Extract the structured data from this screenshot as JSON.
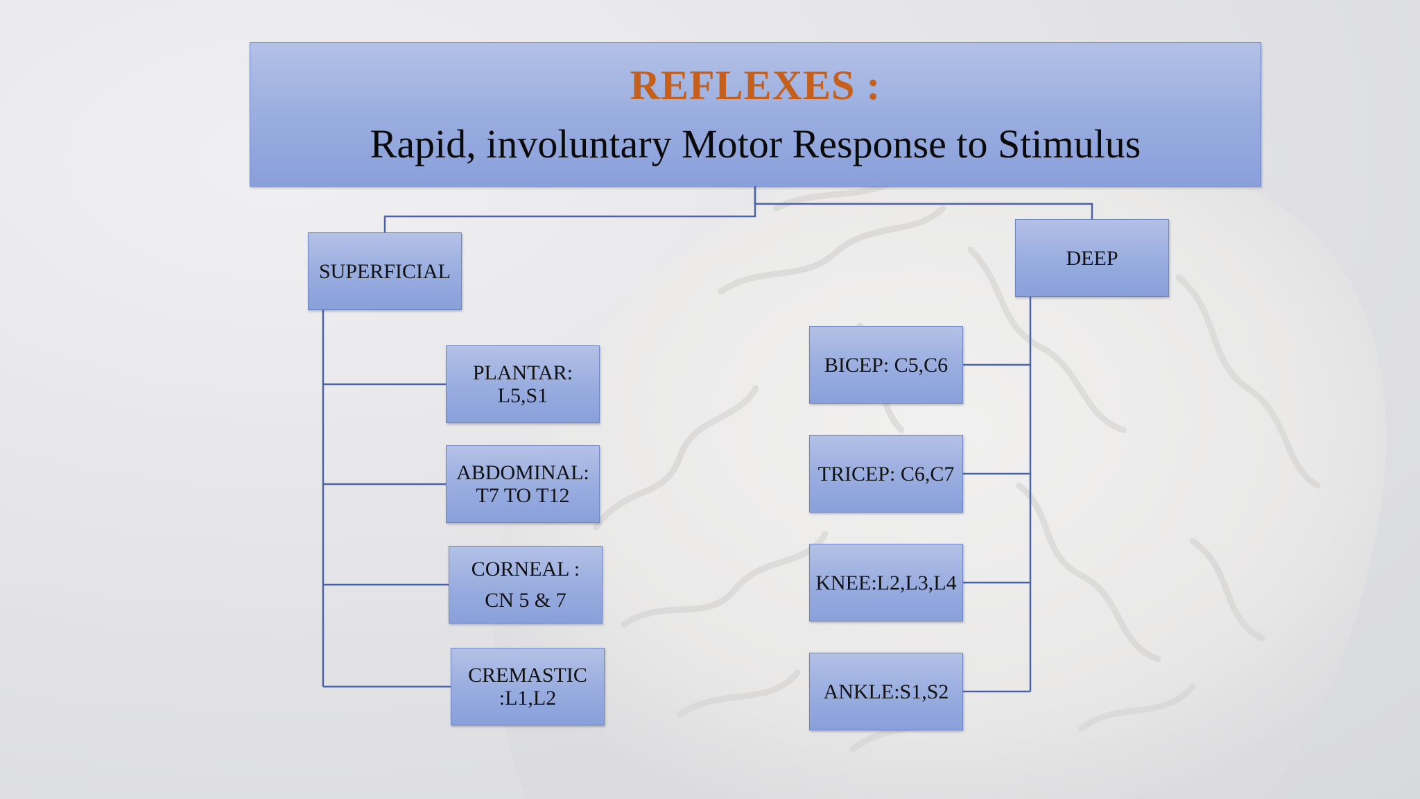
{
  "title": {
    "heading": "REFLEXES :",
    "subheading": "Rapid, involuntary Motor Response to Stimulus"
  },
  "colors": {
    "heading": "#c4601c",
    "box_fill": "#98acdf",
    "box_border": "#6f86c2",
    "connector": "#4a63a8"
  },
  "branches": {
    "superficial": {
      "label": "SUPERFICIAL",
      "items": [
        {
          "line1": "PLANTAR:",
          "line2": "L5,S1"
        },
        {
          "line1": "ABDOMINAL:",
          "line2": "T7 TO T12"
        },
        {
          "line1": "CORNEAL :",
          "line2": "CN 5 & 7"
        },
        {
          "line1": "CREMASTIC",
          "line2": ":L1,L2"
        }
      ]
    },
    "deep": {
      "label": "DEEP",
      "items": [
        {
          "line1": "BICEP: C5,C6"
        },
        {
          "line1": "TRICEP: C6,C7"
        },
        {
          "line1": "KNEE:L2,L3,L4"
        },
        {
          "line1": "ANKLE:S1,S2"
        }
      ]
    }
  }
}
